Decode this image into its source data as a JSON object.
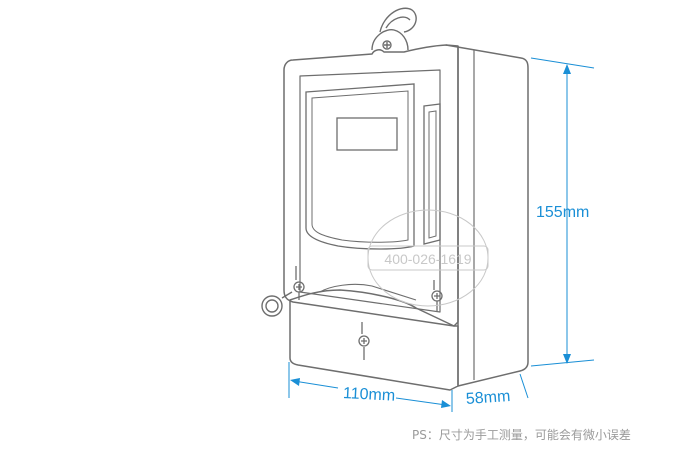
{
  "dimensions": {
    "height": "155mm",
    "width": "110mm",
    "depth": "58mm"
  },
  "watermark": {
    "phone": "400-026-1619"
  },
  "note": "PS：尺寸为手工测量，可能会有微小误差",
  "colors": {
    "outline": "#6e6e6e",
    "dimension": "#1a8fd6",
    "note": "#9a9a9a",
    "watermark": "#c8c8c8"
  }
}
